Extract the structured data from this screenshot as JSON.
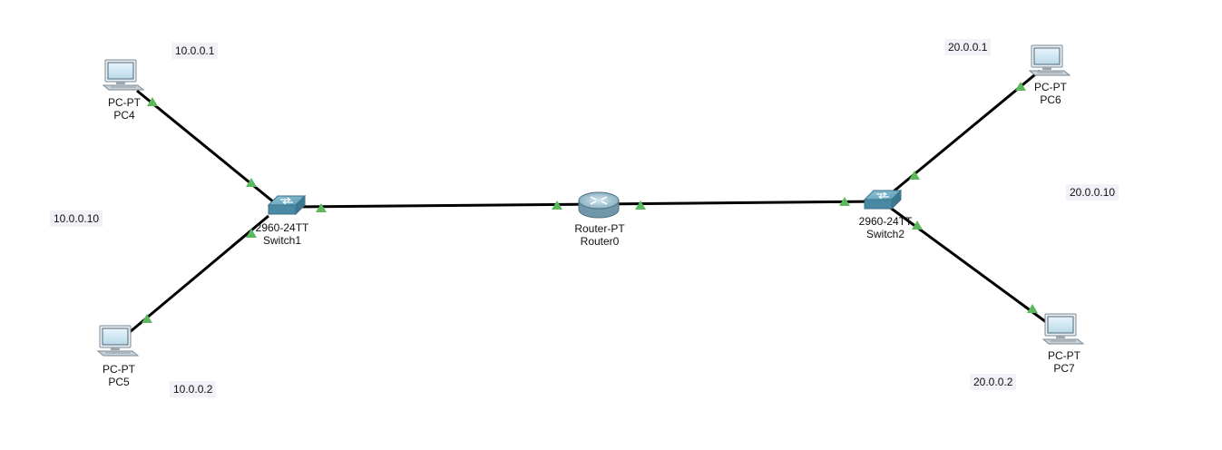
{
  "devices": {
    "pc4": {
      "model": "PC-PT",
      "name": "PC4"
    },
    "pc5": {
      "model": "PC-PT",
      "name": "PC5"
    },
    "pc6": {
      "model": "PC-PT",
      "name": "PC6"
    },
    "pc7": {
      "model": "PC-PT",
      "name": "PC7"
    },
    "switch1": {
      "model": "2960-24TT",
      "name": "Switch1"
    },
    "switch2": {
      "model": "2960-24TT",
      "name": "Switch2"
    },
    "router0": {
      "model": "Router-PT",
      "name": "Router0"
    }
  },
  "notes": {
    "pc4_ip": "10.0.0.1",
    "pc5_ip": "10.0.0.2",
    "switch1_ip": "10.0.0.10",
    "pc6_ip": "20.0.0.1",
    "pc7_ip": "20.0.0.2",
    "switch2_ip": "20.0.0.10"
  },
  "colors": {
    "link": "#000000",
    "link_status_up": "#5cb85c",
    "note_background": "#f1f1f8"
  },
  "links": [
    {
      "from": "PC4",
      "to": "Switch1",
      "status": "up"
    },
    {
      "from": "PC5",
      "to": "Switch1",
      "status": "up"
    },
    {
      "from": "Switch1",
      "to": "Router0",
      "status": "up"
    },
    {
      "from": "Router0",
      "to": "Switch2",
      "status": "up"
    },
    {
      "from": "Switch2",
      "to": "PC6",
      "status": "up"
    },
    {
      "from": "Switch2",
      "to": "PC7",
      "status": "up"
    }
  ]
}
